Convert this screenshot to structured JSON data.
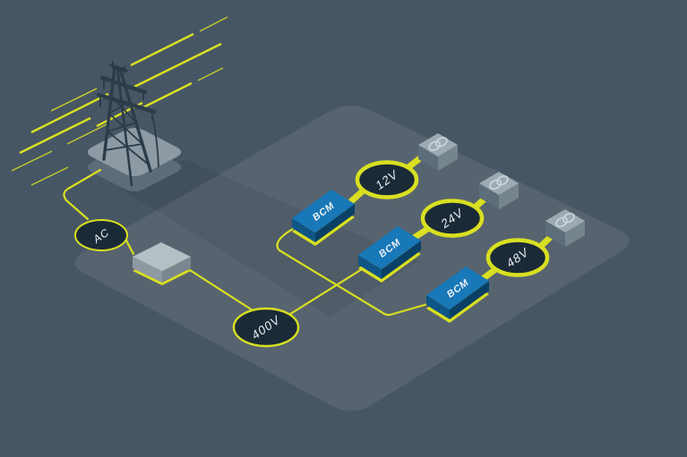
{
  "diagram": {
    "type": "isometric-power-distribution-illustration",
    "colors": {
      "background": "#475664",
      "floor_platform": "#57646F",
      "accent_lime": "#D9E021",
      "node_fill": "#1B2A37",
      "node_text": "#EBF0F3",
      "bcm_top": "#1878B8",
      "bcm_side_left": "#0F5585",
      "bcm_side_right": "#0B4066",
      "tower": "#2B3C4A",
      "tower_platform_top": "#8D9AA4",
      "tower_platform_side": "#5D6C79",
      "converter_top": "#B5BFC6",
      "load_box_top": "#9DAAB3"
    },
    "nodes": {
      "grid_tower": {
        "icon": "transmission-tower-icon"
      },
      "ac": {
        "label": "AC",
        "shape": "ellipse"
      },
      "converter": {
        "icon": "power-converter-box-icon"
      },
      "bus_400v": {
        "label": "400V",
        "shape": "ellipse"
      },
      "bcm_12v": {
        "label": "BCM"
      },
      "bcm_24v": {
        "label": "BCM"
      },
      "bcm_48v": {
        "label": "BCM"
      },
      "rail_12v": {
        "label": "12V",
        "shape": "ellipse"
      },
      "rail_24v": {
        "label": "24V",
        "shape": "ellipse"
      },
      "rail_48v": {
        "label": "48V",
        "shape": "ellipse"
      },
      "load_12v": {
        "icon": "load-rings-icon"
      },
      "load_24v": {
        "icon": "load-rings-icon"
      },
      "load_48v": {
        "icon": "load-rings-icon"
      }
    },
    "edges": [
      {
        "from": "grid_tower",
        "to": "ac"
      },
      {
        "from": "ac",
        "to": "converter"
      },
      {
        "from": "converter",
        "to": "bus_400v"
      },
      {
        "from": "bus_400v",
        "to": "bcm_24v"
      },
      {
        "from": "bcm_12v",
        "to": "bcm_48v"
      },
      {
        "from": "bcm_12v",
        "to": "rail_12v"
      },
      {
        "from": "rail_12v",
        "to": "load_12v"
      },
      {
        "from": "bcm_24v",
        "to": "rail_24v"
      },
      {
        "from": "rail_24v",
        "to": "load_24v"
      },
      {
        "from": "bcm_48v",
        "to": "rail_48v"
      },
      {
        "from": "rail_48v",
        "to": "load_48v"
      }
    ]
  }
}
